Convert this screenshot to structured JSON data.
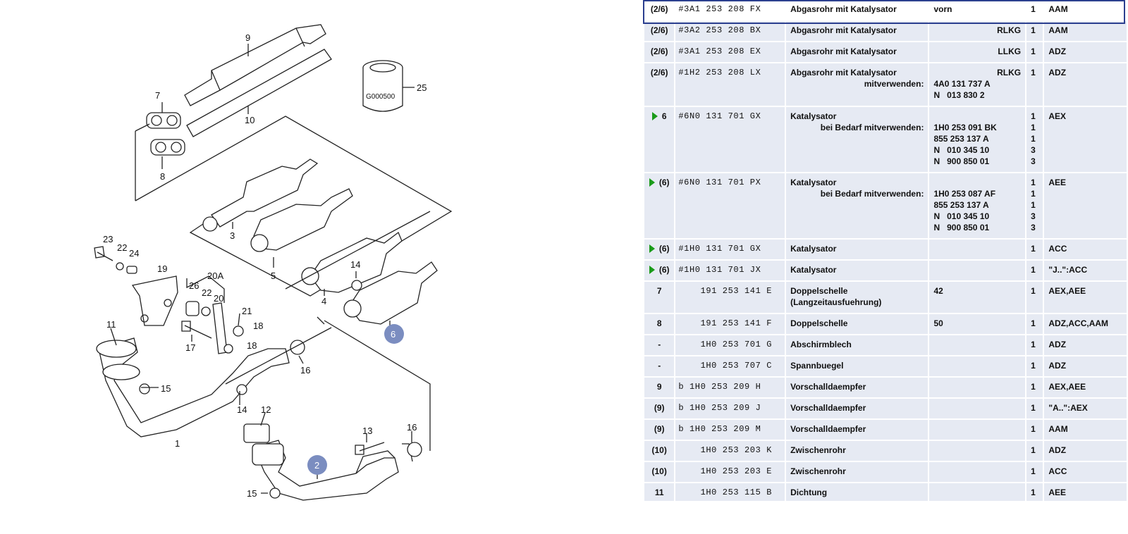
{
  "diagram": {
    "labels": [
      "9",
      "10",
      "25",
      "7",
      "8",
      "3",
      "5",
      "23",
      "22",
      "24",
      "19",
      "26",
      "22",
      "20",
      "20A",
      "21",
      "18",
      "14",
      "4",
      "6",
      "11",
      "17",
      "18",
      "16",
      "15",
      "1",
      "14",
      "12",
      "13",
      "16",
      "2",
      "15"
    ],
    "stamp": "G000500",
    "highlight_color": "#7b8dc0"
  },
  "rows": [
    {
      "pos": "(2/6)",
      "pn": "#3A1 253 208 FX",
      "desc": "Abgasrohr mit Katalysator",
      "remark": "vorn",
      "remark_right": "",
      "qty": "1",
      "model": "AAM",
      "selected": true
    },
    {
      "pos": "(2/6)",
      "pn": "#3A2 253 208 BX",
      "desc": "Abgasrohr mit Katalysator",
      "remark": "",
      "remark_right": "RLKG",
      "qty": "1",
      "model": "AAM"
    },
    {
      "pos": "(2/6)",
      "pn": "#3A1 253 208 EX",
      "desc": "Abgasrohr mit Katalysator",
      "remark": "",
      "remark_right": "LLKG",
      "qty": "1",
      "model": "ADZ"
    },
    {
      "pos": "(2/6)",
      "pn": "#1H2 253 208 LX",
      "desc": "Abgasrohr mit Katalysator",
      "desc2": "mitverwenden:",
      "remark": "",
      "remark_right": "RLKG",
      "sub": [
        "4A0 131 737 A",
        "N   013 830 2"
      ],
      "qty": "1",
      "model": "ADZ"
    },
    {
      "pos": "6",
      "arrow": true,
      "pn": "#6N0 131 701 GX",
      "desc": "Katalysator",
      "desc2": "bei Bedarf mitverwenden:",
      "remark": "",
      "sub": [
        "1H0 253 091 BK",
        "855 253 137 A",
        "N   010 345 10",
        "N   900 850 01"
      ],
      "qty": "1",
      "qtys": [
        "1",
        "1",
        "3",
        "3"
      ],
      "model": "AEX"
    },
    {
      "pos": "(6)",
      "arrow": true,
      "pn": "#6N0 131 701 PX",
      "desc": "Katalysator",
      "desc2": "bei Bedarf mitverwenden:",
      "remark": "",
      "sub": [
        "1H0 253 087 AF",
        "855 253 137 A",
        "N   010 345 10",
        "N   900 850 01"
      ],
      "qty": "1",
      "qtys": [
        "1",
        "1",
        "3",
        "3"
      ],
      "model": "AEE"
    },
    {
      "pos": "(6)",
      "arrow": true,
      "pn": "#1H0 131 701 GX",
      "desc": "Katalysator",
      "remark": "",
      "qty": "1",
      "model": "ACC"
    },
    {
      "pos": "(6)",
      "arrow": true,
      "pn": "#1H0 131 701 JX",
      "desc": "Katalysator",
      "remark": "",
      "qty": "1",
      "model": "\"J..\":ACC"
    },
    {
      "pos": "7",
      "pn": "    191 253 141 E",
      "desc": "Doppelschelle",
      "desc3": "(Langzeitausfuehrung)",
      "remark": "42",
      "qty": "1",
      "model": "AEX,AEE"
    },
    {
      "pos": "8",
      "pn": "    191 253 141 F",
      "desc": "Doppelschelle",
      "remark": "50",
      "qty": "1",
      "model": "ADZ,ACC,AAM"
    },
    {
      "pos": "-",
      "pn": "    1H0 253 701 G",
      "desc": "Abschirmblech",
      "remark": "",
      "qty": "1",
      "model": "ADZ"
    },
    {
      "pos": "-",
      "pn": "    1H0 253 707 C",
      "desc": "Spannbuegel",
      "remark": "",
      "qty": "1",
      "model": "ADZ"
    },
    {
      "pos": "9",
      "pn": "b 1H0 253 209 H",
      "desc": "Vorschalldaempfer",
      "remark": "",
      "qty": "1",
      "model": "AEX,AEE"
    },
    {
      "pos": "(9)",
      "pn": "b 1H0 253 209 J",
      "desc": "Vorschalldaempfer",
      "remark": "",
      "qty": "1",
      "model": "\"A..\":AEX"
    },
    {
      "pos": "(9)",
      "pn": "b 1H0 253 209 M",
      "desc": "Vorschalldaempfer",
      "remark": "",
      "qty": "1",
      "model": "AAM"
    },
    {
      "pos": "(10)",
      "pn": "    1H0 253 203 K",
      "desc": "Zwischenrohr",
      "remark": "",
      "qty": "1",
      "model": "ADZ"
    },
    {
      "pos": "(10)",
      "pn": "    1H0 253 203 E",
      "desc": "Zwischenrohr",
      "remark": "",
      "qty": "1",
      "model": "ACC"
    },
    {
      "pos": "11",
      "pn": "    1H0 253 115 B",
      "desc": "Dichtung",
      "remark": "",
      "qty": "1",
      "model": "AEE"
    }
  ]
}
